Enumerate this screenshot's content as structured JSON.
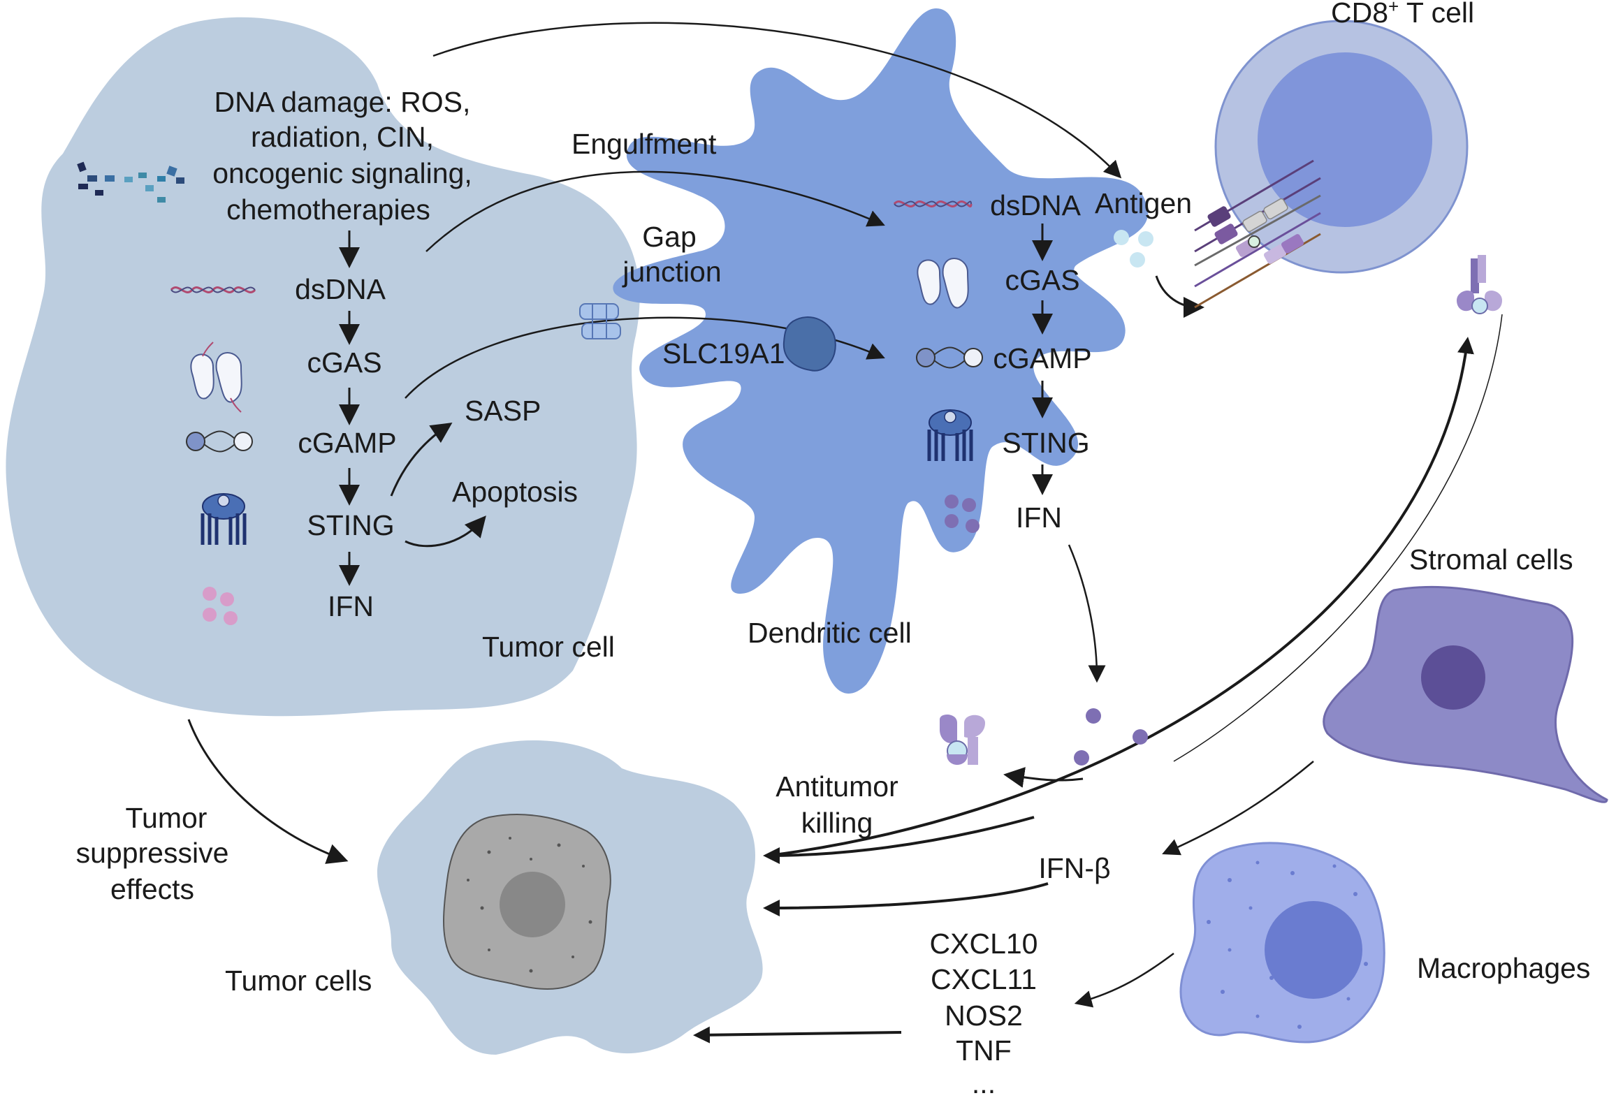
{
  "tumor_cell": {
    "name": "Tumor cell",
    "dna_damage": [
      "DNA damage: ROS,",
      "radiation, CIN,",
      "oncogenic signaling,",
      "chemotherapies"
    ],
    "pathway": [
      "dsDNA",
      "cGAS",
      "cGAMP",
      "STING",
      "IFN"
    ],
    "outputs": [
      "SASP",
      "Apoptosis"
    ]
  },
  "transfer": {
    "engulfment": "Engulfment",
    "gap_junction": [
      "Gap",
      "junction"
    ],
    "slc19a1": "SLC19A1"
  },
  "dendritic_cell": {
    "name": "Dendritic cell",
    "pathway": [
      "dsDNA",
      "cGAS",
      "cGAMP",
      "STING",
      "IFN"
    ],
    "antigen": "Antigen"
  },
  "t_cell": {
    "name_main": "CD8",
    "name_sup": "+",
    "name_tail": " T cell"
  },
  "stromal": {
    "name": "Stromal cells"
  },
  "macrophages": {
    "name": "Macrophages"
  },
  "effects": {
    "tumor_suppressive": [
      "Tumor",
      "suppressive",
      "effects"
    ],
    "antitumor": [
      "Antitumor",
      "killing"
    ],
    "ifn_beta": "IFN-β",
    "cytokines": [
      "CXCL10",
      "CXCL11",
      "NOS2",
      "TNF",
      "..."
    ]
  },
  "target": {
    "name": "Tumor cells"
  },
  "colors": {
    "tumor_cell": "#bccddf",
    "dendritic": "#7f9fdc",
    "t_cell_outer": "#b6c2e2",
    "t_cell_nucleus": "#8095da",
    "stromal": "#8d8ac7",
    "stromal_nucleus": "#5c4f97",
    "macrophage": "#a0aeea",
    "macrophage_nucleus": "#6a7cd0",
    "dying_cell": "#a9a9a9",
    "arrow": "#1a1a1a"
  },
  "icons": [
    "dna-strand-icon",
    "cgas-enzyme-icon",
    "cgamp-dimer-icon",
    "sting-receptor-icon",
    "ifn-cluster-icon",
    "gap-junction-channel-icon",
    "slc19a1-transporter-icon",
    "tcr-complex-icon",
    "ifn-receptor-icon"
  ]
}
